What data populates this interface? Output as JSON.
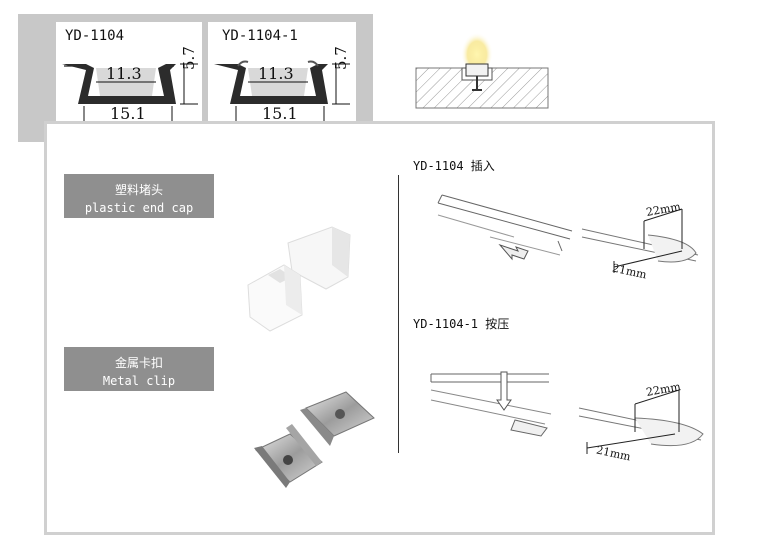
{
  "profiles": [
    {
      "model": "YD-1104",
      "inner_width": "11.3",
      "outer_width": "15.1",
      "height": "5.7"
    },
    {
      "model": "YD-1104-1",
      "inner_width": "11.3",
      "outer_width": "15.1",
      "height": "5.7"
    }
  ],
  "accessories": {
    "end_cap": {
      "label_cn": "塑料堵头",
      "label_en": "plastic end cap"
    },
    "clip": {
      "label_cn": "金属卡扣",
      "label_en": "Metal clip"
    }
  },
  "installation": {
    "insert": {
      "title": "YD-1104 插入",
      "depth_label": "22mm",
      "width_label": "21mm"
    },
    "press": {
      "title": "YD-1104-1 按压",
      "depth_label": "22mm",
      "width_label": "21mm"
    }
  }
}
